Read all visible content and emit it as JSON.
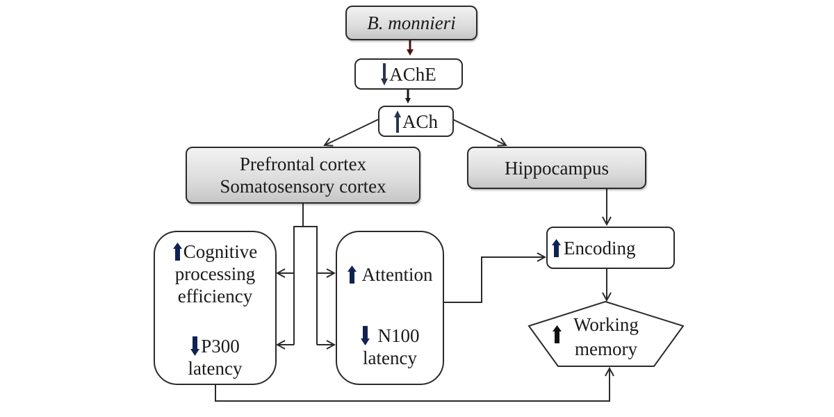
{
  "diagram": {
    "title": "B. monnieri mechanism of action on working memory",
    "colors": {
      "stroke": "#2a2a2a",
      "indicator_arrow": "#0f2352",
      "first_connector": "#4a1410",
      "gray_box_top": "#f2f2f2",
      "gray_box_bottom": "#c6c6c6"
    },
    "nodes": {
      "bmonnieri": {
        "label": "B. monnieri"
      },
      "ache": {
        "label": "AChE",
        "indicator": "down"
      },
      "ach": {
        "label": "ACh",
        "indicator": "up"
      },
      "cortex": {
        "line1": "Prefrontal cortex",
        "line2": "Somatosensory cortex"
      },
      "hippocampus": {
        "label": "Hippocampus"
      },
      "cognitive": {
        "item1_line1": "Cognitive",
        "item1_line2": "processing",
        "item1_line3": "efficiency",
        "item1_indicator": "up",
        "item2_line1": "P300",
        "item2_line2": "latency",
        "item2_indicator": "down"
      },
      "attention": {
        "item1_label": "Attention",
        "item1_indicator": "up",
        "item2_line1": "N100",
        "item2_line2": "latency",
        "item2_indicator": "down"
      },
      "encoding": {
        "label": "Encoding",
        "indicator": "up"
      },
      "working_memory": {
        "line1": "Working",
        "line2": "memory",
        "indicator": "up"
      }
    },
    "edges": [
      {
        "from": "bmonnieri",
        "to": "ache"
      },
      {
        "from": "ache",
        "to": "ach"
      },
      {
        "from": "ach",
        "to": "cortex"
      },
      {
        "from": "ach",
        "to": "hippocampus"
      },
      {
        "from": "cortex",
        "to": "cognitive"
      },
      {
        "from": "cortex",
        "to": "attention"
      },
      {
        "from": "hippocampus",
        "to": "encoding"
      },
      {
        "from": "attention",
        "to": "encoding"
      },
      {
        "from": "encoding",
        "to": "working_memory"
      },
      {
        "from": "cognitive",
        "to": "working_memory"
      }
    ]
  }
}
